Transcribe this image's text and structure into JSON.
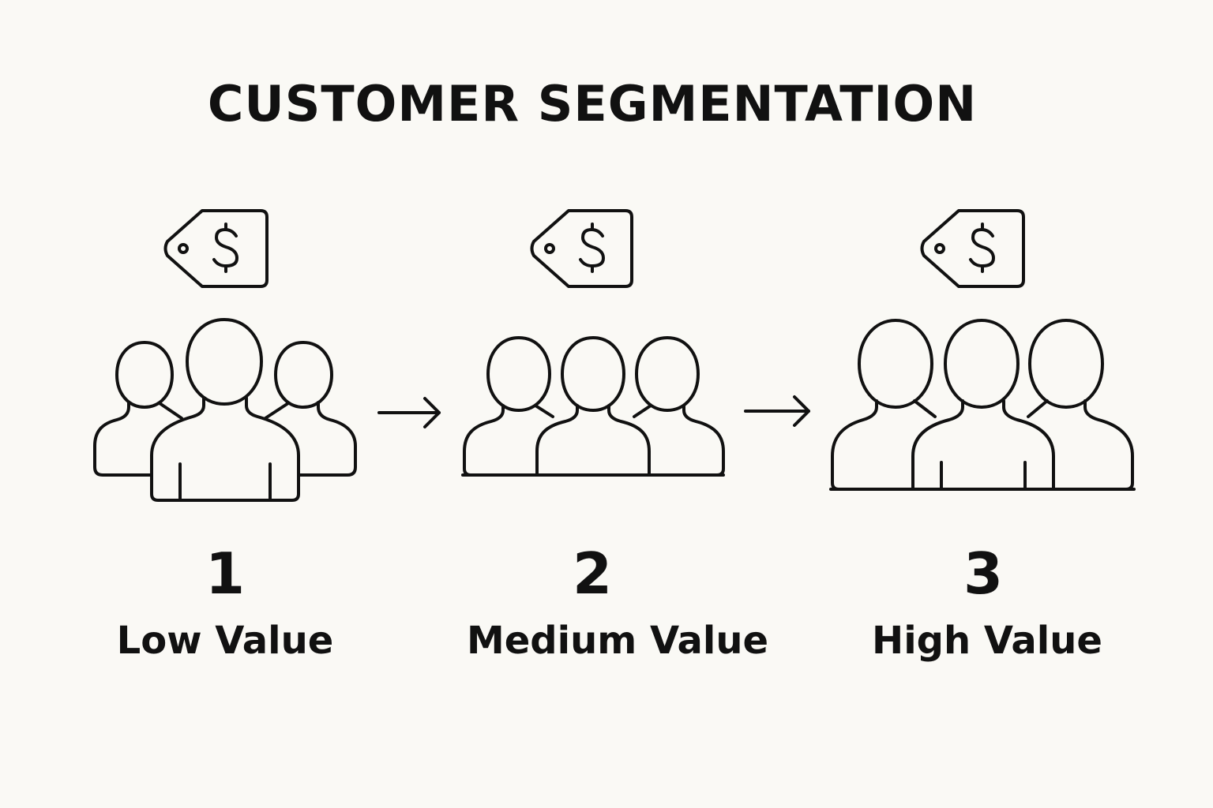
{
  "title": "CUSTOMER SEGMENTATION",
  "colors": {
    "background": "#faf9f5",
    "ink": "#111111"
  },
  "icons": {
    "price_tag": "price-tag-dollar-icon",
    "customer_group": "customer-group-icon",
    "arrow": "arrow-right-icon"
  },
  "segments": [
    {
      "number": "1",
      "label": "Low Value"
    },
    {
      "number": "2",
      "label": "Medium Value"
    },
    {
      "number": "3",
      "label": "High Value"
    }
  ]
}
